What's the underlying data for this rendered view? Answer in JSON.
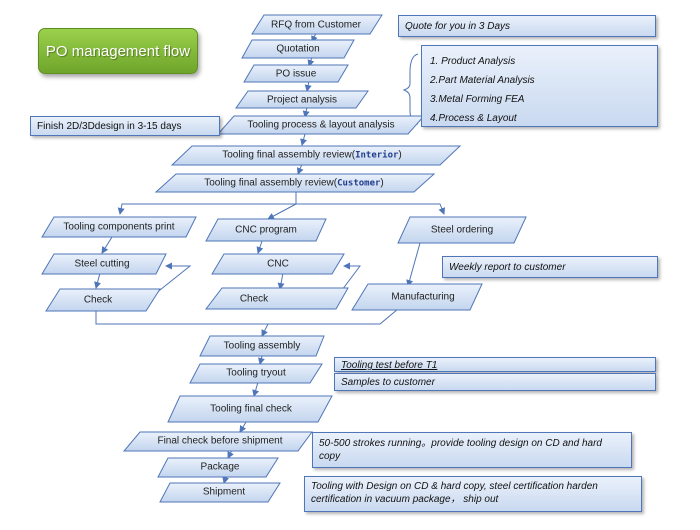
{
  "title": "PO management flow",
  "nodes": {
    "rfq": "RFQ from Customer",
    "quotation": "Quotation",
    "po_issue": "PO issue",
    "project_analysis": "Project analysis",
    "tooling_process": "Tooling  process & layout analysis",
    "final_review_interior_a": "Tooling final assembly review(",
    "final_review_interior_b": "Interior",
    "final_review_interior_c": ")",
    "final_review_customer_a": "Tooling final assembly review(",
    "final_review_customer_b": "Customer",
    "final_review_customer_c": ")",
    "components_print": "Tooling components print",
    "steel_cutting": "Steel cutting",
    "check_left": "Check",
    "cnc_program": "CNC program",
    "cnc": "CNC",
    "check_mid": "Check",
    "steel_ordering": "Steel ordering",
    "manufacturing": "Manufacturing",
    "tooling_assembly": "Tooling assembly",
    "tooling_tryout": "Tooling tryout",
    "tooling_final_check": "Tooling final check",
    "final_check_shipment": "Final check before shipment",
    "package": "Package",
    "shipment": "Shipment"
  },
  "notes": {
    "quote": "Quote for you in 3 Days",
    "analysis_list": [
      "1. Product Analysis",
      "2.Part  Material Analysis",
      "3.Metal Forming FEA",
      "4.Process & Layout"
    ],
    "finish_design": "Finish 2D/3Ddesign in 3-15 days",
    "weekly_report": "Weekly report to customer",
    "test_t1": "Tooling test before T1",
    "samples": "Samples to customer",
    "strokes": "50-500 strokes  running。provide tooling design on CD and hard copy",
    "shipping": "Tooling with Design on CD & hard copy, steel certification harden certification in vacuum package， ship out"
  },
  "colors": {
    "shape_fill_top": "#eaf1fb",
    "shape_fill_bottom": "#c3d5ee",
    "shape_border": "#4f76b8",
    "connector": "#4f76b8",
    "title_green": "#7fb83a",
    "emphasis_text": "#1f3c8c"
  }
}
